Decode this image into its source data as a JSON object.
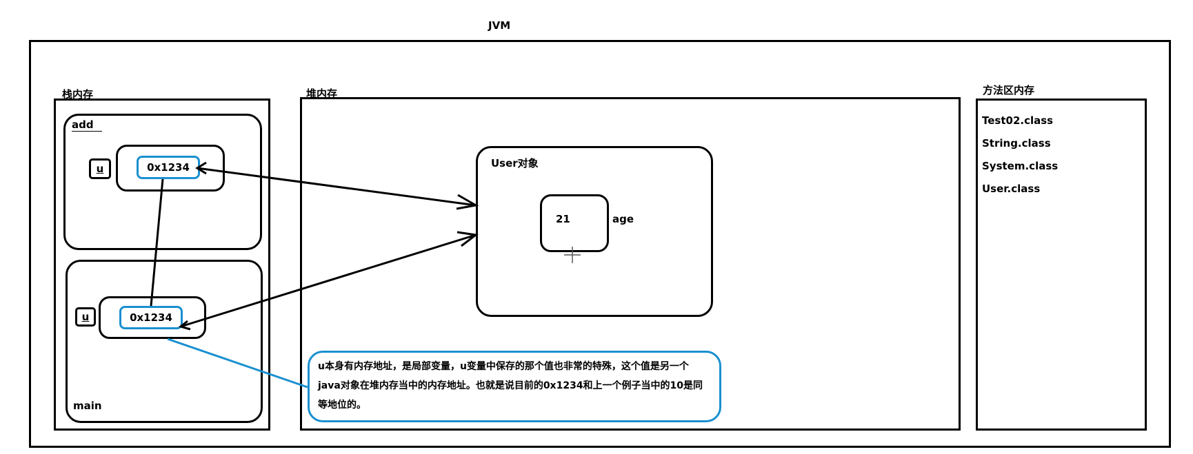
{
  "title": "JVM",
  "stack": {
    "label": "栈内存",
    "add_frame": {
      "label": "add",
      "var_name": "u",
      "address": "0x1234"
    },
    "main_frame": {
      "label": "main",
      "var_name": "u",
      "address": "0x1234"
    }
  },
  "heap": {
    "label": "堆内存",
    "object": {
      "label": "User对象",
      "field_value": "21",
      "field_name": "age"
    }
  },
  "method_area": {
    "label": "方法区内存",
    "classes": [
      "Test02.class",
      "String.class",
      "System.class",
      "User.class"
    ]
  },
  "note": "u本身有内存地址，是局部变量，u变量中保存的那个值也非常的特殊，这个值是另一个java对象在堆内存当中的内存地址。也就是说目前的0x1234和上一个例子当中的10是同等地位的。",
  "colors": {
    "line": "#000000",
    "highlight": "#1a8fd0"
  }
}
